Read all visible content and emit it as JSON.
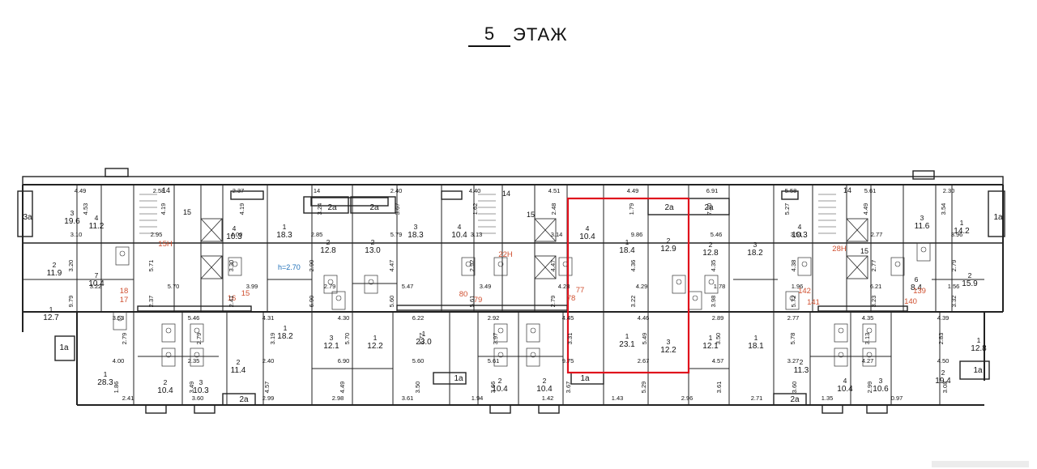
{
  "title": {
    "floor_number": "5",
    "floor_word": "ЭТАЖ"
  },
  "height_note": "h=2.70",
  "colors": {
    "wall": "#222222",
    "highlight": "#e0101c",
    "apartment_no": "#d05030",
    "height_note": "#1e6fb8"
  },
  "apartment_numbers": [
    "15Н",
    "22Н",
    "28Н",
    "18",
    "17",
    "16",
    "15",
    "80",
    "79",
    "78",
    "77",
    "142",
    "141",
    "140",
    "139"
  ],
  "room_labels": [
    {
      "id": "3a",
      "text": "3а"
    },
    {
      "id": "1a_right",
      "text": "1а"
    },
    {
      "id": "1a_left",
      "text": "1а"
    },
    {
      "id": "2a_1",
      "text": "2а"
    },
    {
      "id": "2a_2",
      "text": "2а"
    },
    {
      "id": "2a_3",
      "text": "2а"
    },
    {
      "id": "2a_4",
      "text": "2а"
    },
    {
      "id": "2a_bl",
      "text": "2а"
    },
    {
      "id": "1a_bm",
      "text": "1а"
    },
    {
      "id": "1a_bm2",
      "text": "1а"
    },
    {
      "id": "2a_br",
      "text": "2а"
    },
    {
      "id": "1a_br",
      "text": "1а"
    }
  ],
  "rooms": [
    {
      "n": "3",
      "a": "19.6"
    },
    {
      "n": "4",
      "a": "11.2"
    },
    {
      "n": "2",
      "a": "11.9"
    },
    {
      "n": "1",
      "a": "12.7"
    },
    {
      "n": "7",
      "a": "10.4"
    },
    {
      "n": "1",
      "a": "28.3"
    },
    {
      "n": "2",
      "a": "10.4"
    },
    {
      "n": "3",
      "a": "10.3"
    },
    {
      "n": "2",
      "a": "11.4"
    },
    {
      "n": "1",
      "a": "18.2"
    },
    {
      "n": "4",
      "a": "10.3"
    },
    {
      "n": "2",
      "a": "12.8"
    },
    {
      "n": "1",
      "a": "18.3"
    },
    {
      "n": "2",
      "a": "13.0"
    },
    {
      "n": "3",
      "a": "18.3"
    },
    {
      "n": "4",
      "a": "10.4"
    },
    {
      "n": "1",
      "a": "23.0"
    },
    {
      "n": "3",
      "a": "12.1"
    },
    {
      "n": "1",
      "a": "12.2"
    },
    {
      "n": "2",
      "a": "10.4"
    },
    {
      "n": "2",
      "a": "10.4"
    },
    {
      "n": "4",
      "a": "10.4"
    },
    {
      "n": "1",
      "a": "18.4"
    },
    {
      "n": "2",
      "a": "12.9"
    },
    {
      "n": "1",
      "a": "23.1"
    },
    {
      "n": "3",
      "a": "12.2"
    },
    {
      "n": "2",
      "a": "12.8"
    },
    {
      "n": "3",
      "a": "18.2"
    },
    {
      "n": "4",
      "a": "10.3"
    },
    {
      "n": "1",
      "a": "12.1"
    },
    {
      "n": "1",
      "a": "18.1"
    },
    {
      "n": "2",
      "a": "11.3"
    },
    {
      "n": "3",
      "a": "11.6"
    },
    {
      "n": "1",
      "a": "14.2"
    },
    {
      "n": "2",
      "a": "15.9"
    },
    {
      "n": "6",
      "a": "8.4"
    },
    {
      "n": "1",
      "a": "12.8"
    },
    {
      "n": "2",
      "a": "19.4"
    },
    {
      "n": "4",
      "a": "10.4"
    },
    {
      "n": "3",
      "a": "10.6"
    }
  ],
  "dimensions": [
    "4.49",
    "2.58",
    "2.37",
    "14",
    "2.40",
    "4.40",
    "4.51",
    "4.49",
    "6.91",
    "5.58",
    "5.61",
    "2.30",
    "4.53",
    "4.19",
    "4.19",
    "3.24",
    "3.67",
    "1.62",
    "2.48",
    "1.79",
    "7.10",
    "5.27",
    "4.49",
    "3.54",
    "3.10",
    "2.95",
    "4.00",
    "2.85",
    "5.79",
    "3.13",
    "3.14",
    "9.86",
    "5.46",
    "3.51",
    "2.77",
    "3.96",
    "3.20",
    "5.71",
    "3.30",
    "2.90",
    "4.47",
    "2.92",
    "4.47",
    "4.36",
    "4.35",
    "4.38",
    "2.77",
    "2.79",
    "3.22",
    "5.70",
    "3.99",
    "2.79",
    "5.47",
    "3.49",
    "4.28",
    "4.29",
    "1.78",
    "1.96",
    "6.21",
    "1.56",
    "9.79",
    "2.37",
    "2.41",
    "6.90",
    "5.60",
    "5.61",
    "2.79",
    "3.22",
    "3.98",
    "5.72",
    "3.23",
    "3.32",
    "3.53",
    "5.46",
    "4.31",
    "4.30",
    "6.22",
    "2.92",
    "4.45",
    "4.46",
    "2.89",
    "2.77",
    "4.35",
    "4.39",
    "2.79",
    "2.79",
    "3.19",
    "5.70",
    "2.77",
    "3.97",
    "3.31",
    "5.49",
    "3.50",
    "5.78",
    "3.13",
    "2.83",
    "4.00",
    "2.35",
    "2.40",
    "6.90",
    "5.60",
    "5.61",
    "9.75",
    "2.67",
    "4.57",
    "3.27",
    "4.27",
    "4.50",
    "1.86",
    "3.49",
    "4.57",
    "4.49",
    "3.50",
    "3.66",
    "3.67",
    "5.29",
    "3.61",
    "3.60",
    "2.99",
    "3.08",
    "2.41",
    "3.60",
    "2.99",
    "2.98",
    "3.61",
    "1.94",
    "1.42",
    "1.43",
    "2.96",
    "2.71",
    "1.35",
    "0.97"
  ],
  "stair_numbers": [
    "14",
    "15",
    "14",
    "15",
    "14",
    "15"
  ]
}
